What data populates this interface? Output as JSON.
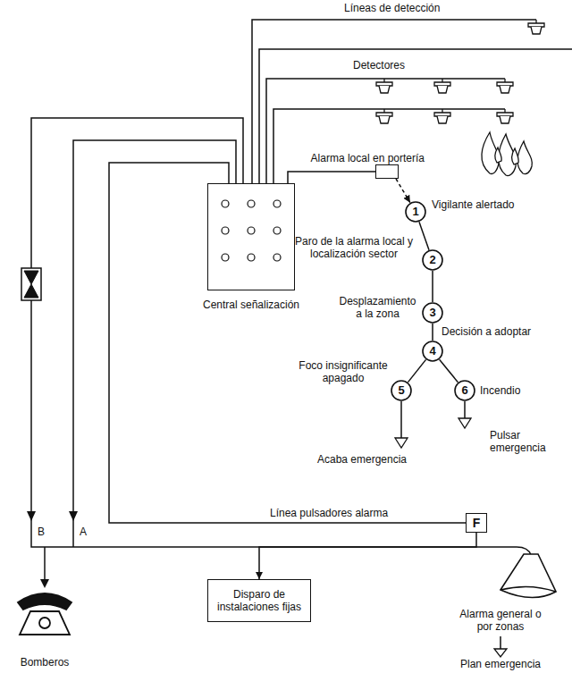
{
  "diagram": {
    "nodes": [
      {
        "text": [
          "Central señalización"
        ]
      },
      {
        "text": [
          "Alarma local en portería"
        ]
      },
      {
        "text": [
          "1"
        ]
      },
      {
        "text": [
          "2"
        ]
      },
      {
        "text": [
          "3"
        ]
      },
      {
        "text": [
          "4"
        ]
      },
      {
        "text": [
          "5"
        ]
      },
      {
        "text": [
          "6"
        ]
      },
      {
        "text": [
          "F"
        ]
      },
      {
        "text": [
          "Disparo de instalaciones fijas"
        ]
      }
    ],
    "edges": [
      {
        "from": 0,
        "to": 1,
        "arrow": "none"
      },
      {
        "from": 1,
        "to": 2,
        "arrow": "to"
      },
      {
        "from": 2,
        "to": 3,
        "arrow": "none"
      },
      {
        "from": 3,
        "to": 4,
        "arrow": "none"
      },
      {
        "from": 4,
        "to": 5,
        "arrow": "none"
      },
      {
        "from": 5,
        "to": 6,
        "arrow": "none"
      },
      {
        "from": 5,
        "to": 7,
        "arrow": "none"
      },
      {
        "from": 0,
        "to": 8,
        "label": "Línea pulsadores alarma",
        "arrow": "none"
      },
      {
        "from": 8,
        "to": 9,
        "arrow": "to"
      }
    ],
    "labels": [
      "Líneas de detección",
      "Detectores",
      "Vigilante alertado",
      "Paro de la alarma local y localización sector",
      "Desplazamiento a la zona",
      "Decisión a adoptar",
      "Foco insignificante apagado",
      "Incendio",
      "Acaba emergencia",
      "Pulsar emergencia",
      "B",
      "A",
      "Alarma general o por zonas",
      "Plan emergencia",
      "Bomberos"
    ]
  }
}
